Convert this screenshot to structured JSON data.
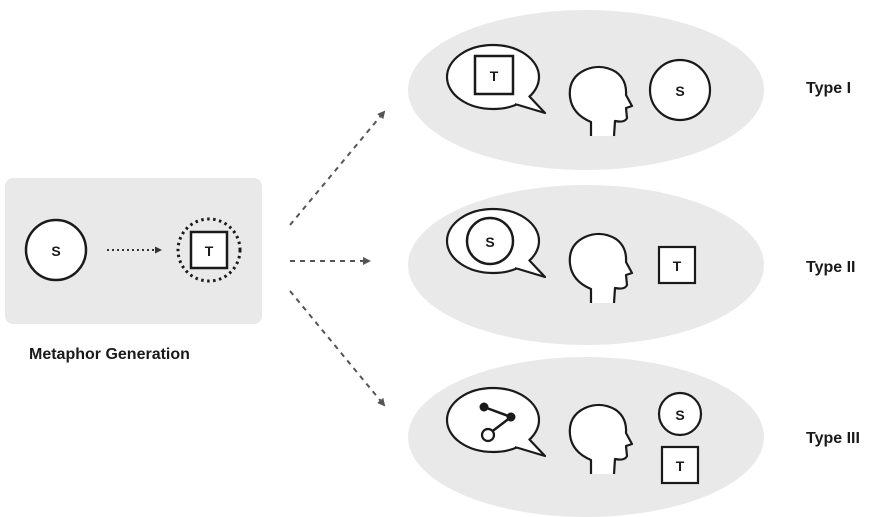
{
  "source": {
    "title": "Metaphor Generation",
    "source_symbol": "S",
    "target_symbol": "T"
  },
  "rows": [
    {
      "label": "Type I",
      "bubble_symbol": "T",
      "side_symbol": "S"
    },
    {
      "label": "Type II",
      "bubble_symbol": "S",
      "side_symbol": "T"
    },
    {
      "label": "Type III",
      "side_symbol_top": "S",
      "side_symbol_bottom": "T"
    }
  ],
  "colors": {
    "panel": "#e9e9e9",
    "stroke": "#1a1a1a",
    "arrow": "#555555"
  }
}
